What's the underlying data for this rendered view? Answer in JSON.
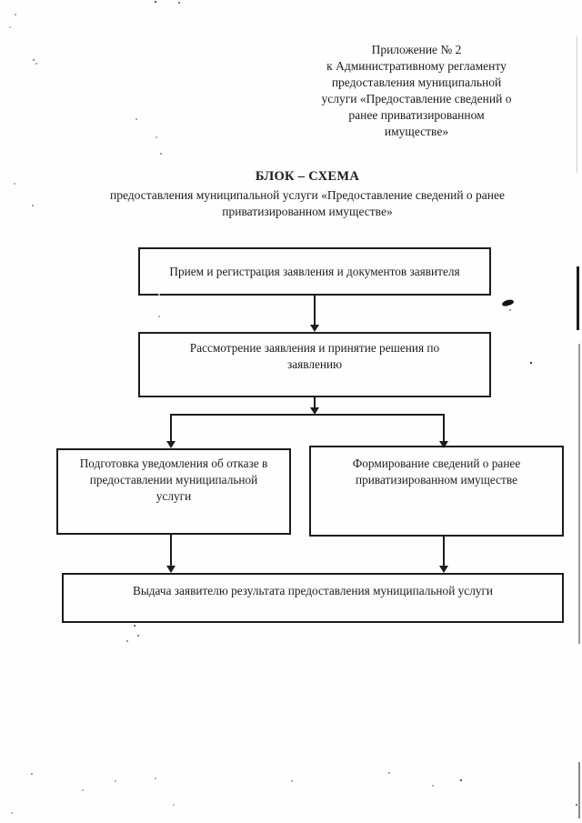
{
  "page": {
    "paper_color": "#fefefe",
    "ink_color": "#1c1c1c"
  },
  "header": {
    "text": "Приложение № 2\nк Административному регламенту\nпредоставления муниципальной\nуслуги «Предоставление сведений о\nранее приватизированном\nимуществе»"
  },
  "title": {
    "main": "БЛОК – СХЕМА",
    "subtitle": "предоставления муниципальной услуги «Предоставление сведений о ранее\nприватизированном имуществе»"
  },
  "flowchart": {
    "nodes": [
      {
        "id": "receive-register",
        "label": "Прием и регистрация заявления и документов заявителя"
      },
      {
        "id": "review-decide",
        "label": "Рассмотрение заявления и принятие решения по\nзаявлению"
      },
      {
        "id": "refusal-notice",
        "label": "Подготовка уведомления об отказе в\nпредоставлении муниципальной\nуслуги"
      },
      {
        "id": "form-information",
        "label": "Формирование сведений о ранее\nприватизированном имуществе"
      },
      {
        "id": "issue-result",
        "label": "Выдача заявителю результата предоставления муниципальной услуги"
      }
    ],
    "edges": [
      {
        "from": "receive-register",
        "to": "review-decide"
      },
      {
        "from": "review-decide",
        "to": "refusal-notice"
      },
      {
        "from": "review-decide",
        "to": "form-information"
      },
      {
        "from": "refusal-notice",
        "to": "issue-result"
      },
      {
        "from": "form-information",
        "to": "issue-result"
      }
    ]
  }
}
